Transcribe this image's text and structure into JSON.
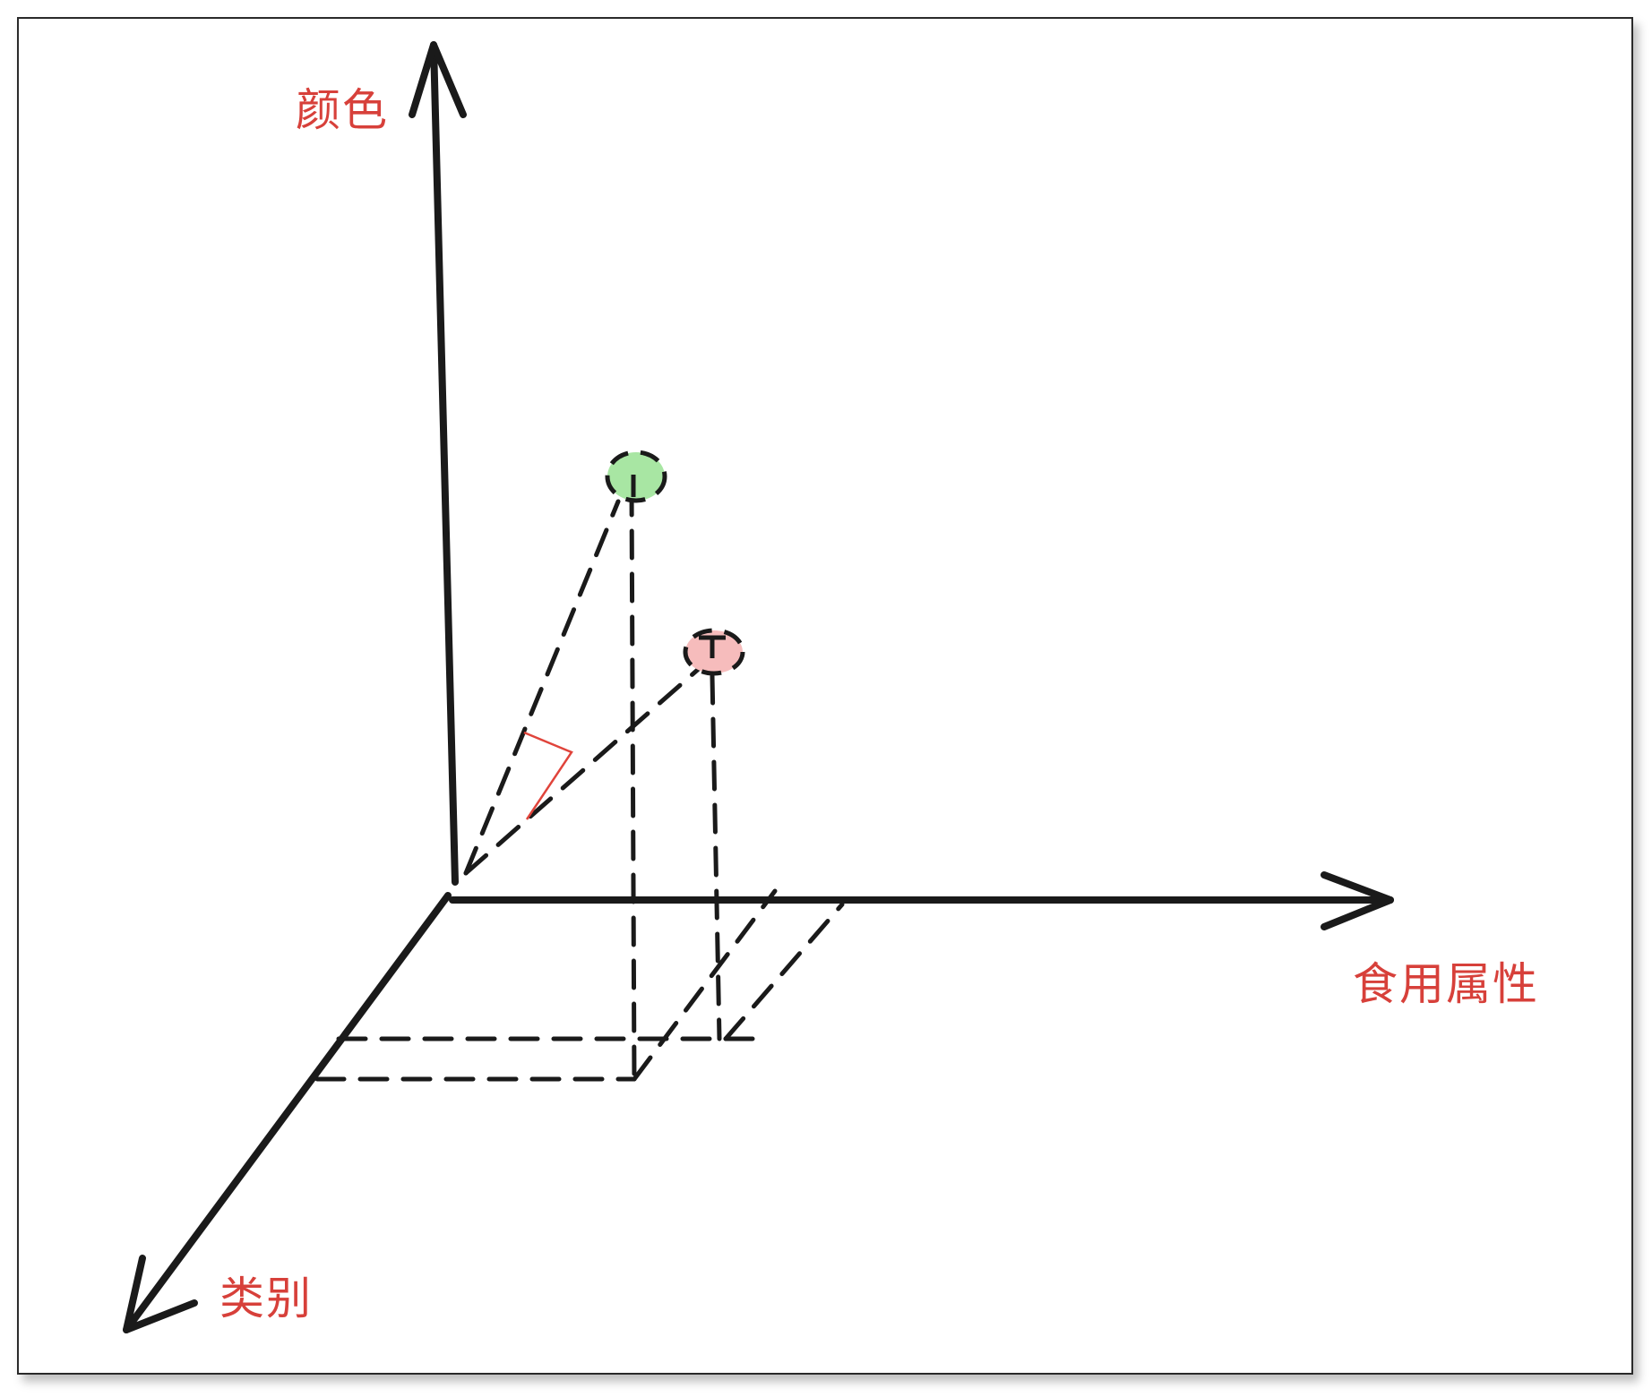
{
  "diagram": {
    "axes": {
      "vertical": {
        "label": "颜色"
      },
      "horizontal": {
        "label": "食用属性"
      },
      "depth": {
        "label": "类别"
      }
    },
    "points": [
      {
        "name": "green-point",
        "color": "#a8e6a3"
      },
      {
        "name": "pink-point",
        "color": "#f6bcbc"
      }
    ],
    "colors": {
      "axis": "#1a1a1a",
      "label": "#d7403a",
      "right_angle_mark": "#e0443b"
    }
  }
}
